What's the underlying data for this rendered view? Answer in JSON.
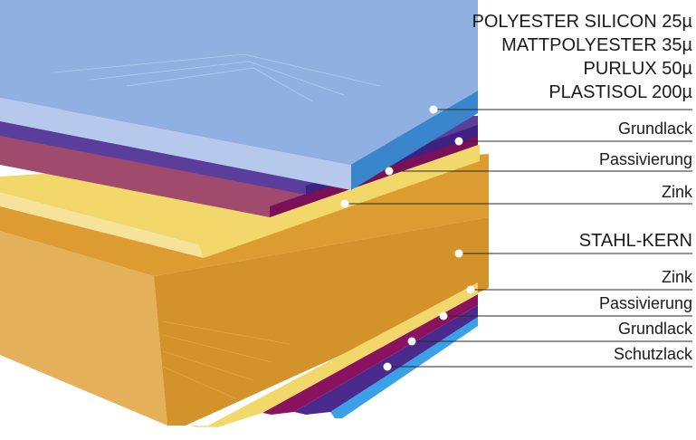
{
  "coating_labels": [
    "POLYESTER SILICON 25µ",
    "MATTPOLYESTER 35µ",
    "PURLUX 50µ",
    "PLASTISOL 200µ"
  ],
  "layers": {
    "grundlack_top": "Grundlack",
    "passivierung_top": "Passivierung",
    "zink_top": "Zink",
    "stahl_kern": "STAHL-KERN",
    "zink_bottom": "Zink",
    "passivierung_bottom": "Passivierung",
    "grundlack_bottom": "Grundlack",
    "schutzlack": "Schutzlack"
  },
  "colors": {
    "coating_top": "#8fb0e0",
    "coating_side": "#3a86cc",
    "grundlack": "#4a2a8c",
    "passivierung": "#7a1058",
    "zink": "#f2d76a",
    "stahl_top": "#e1a23a",
    "stahl_front": "#d4922a",
    "stahl_left": "#e4b25a",
    "schutzlack": "#3aa0e8"
  }
}
